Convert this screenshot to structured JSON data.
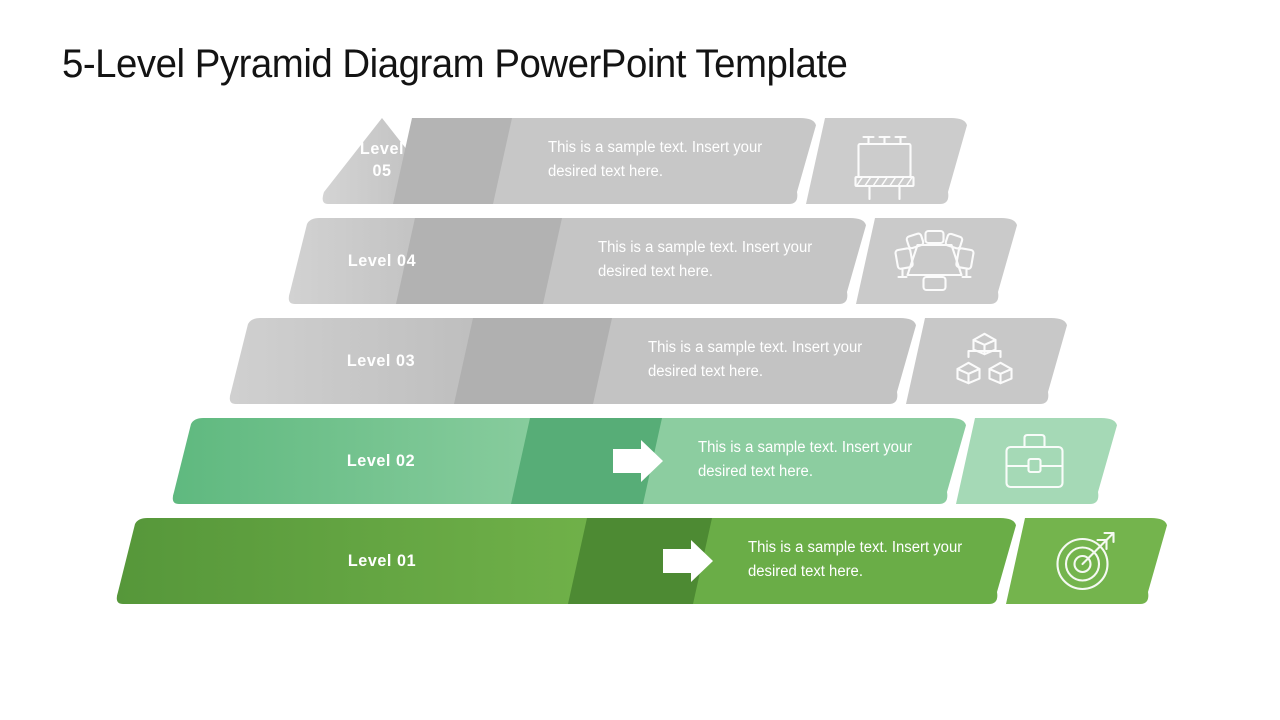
{
  "slide": {
    "title": "5-Level Pyramid Diagram PowerPoint Template",
    "background": "#ffffff"
  },
  "chart_data": {
    "type": "diagram",
    "diagram_kind": "pyramid",
    "levels": 5,
    "title": "5-Level Pyramid Diagram PowerPoint Template"
  },
  "levels": [
    {
      "id": "level-05",
      "label": "Level\n05",
      "label_line1": "Level",
      "label_line2": "05",
      "body": "This is a sample text. Insert your desired text here.",
      "icon": "billboard-icon",
      "has_arrow": false,
      "color_left": "#d4d4d4",
      "color_right": "#bdbdbd",
      "color_overlap": "#b4b4b4",
      "color_band": "#c7c7c7",
      "color_icon_band": "#cccccc"
    },
    {
      "id": "level-04",
      "label": "Level 04",
      "label_line1": "Level 04",
      "label_line2": "",
      "body": "This is a sample text. Insert your desired text here.",
      "icon": "conference-table-icon",
      "has_arrow": false,
      "color_left": "#d2d2d2",
      "color_right": "#bcbcbc",
      "color_overlap": "#b2b2b2",
      "color_band": "#c5c5c5",
      "color_icon_band": "#cacaca"
    },
    {
      "id": "level-03",
      "label": "Level 03",
      "label_line1": "Level 03",
      "label_line2": "",
      "body": "This is a sample text. Insert your desired text here.",
      "icon": "stacked-cubes-icon",
      "has_arrow": false,
      "color_left": "#d0d0d0",
      "color_right": "#bababa",
      "color_overlap": "#b0b0b0",
      "color_band": "#c3c3c3",
      "color_icon_band": "#c8c8c8"
    },
    {
      "id": "level-02",
      "label": "Level 02",
      "label_line1": "Level 02",
      "label_line2": "",
      "body": "This is a sample text. Insert your desired text here.",
      "icon": "briefcase-icon",
      "has_arrow": true,
      "color_left": "#5fb97f",
      "color_right": "#8ecfa2",
      "color_overlap": "#57ad77",
      "color_band": "#8ccda0",
      "color_icon_band": "#a5d9b6"
    },
    {
      "id": "level-01",
      "label": "Level 01",
      "label_line1": "Level 01",
      "label_line2": "",
      "body": "This is a sample text. Insert your desired text here.",
      "icon": "target-arrow-icon",
      "has_arrow": true,
      "color_left": "#56973a",
      "color_right": "#73b44b",
      "color_overlap": "#4d8a33",
      "color_band": "#6aad47",
      "color_icon_band": "#74b44d"
    }
  ]
}
